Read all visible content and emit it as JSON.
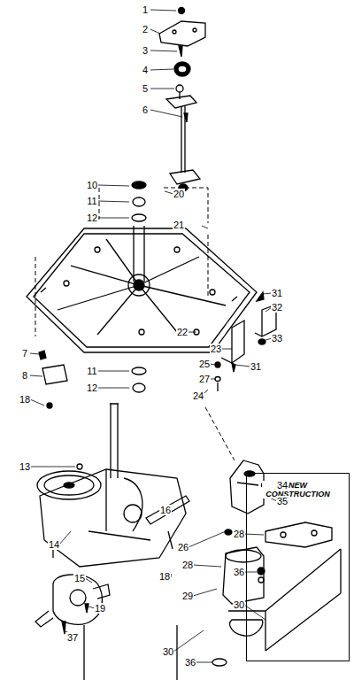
{
  "diagram": {
    "nodes": [
      {
        "text": [
          "NEW CONSTRUCTION"
        ]
      }
    ],
    "labels": [
      "1",
      "2",
      "3",
      "4",
      "5",
      "6",
      "10",
      "11",
      "12",
      "20",
      "21",
      "22",
      "23",
      "31",
      "32",
      "33",
      "25",
      "27",
      "24",
      "31",
      "11",
      "12",
      "7",
      "8",
      "18",
      "13",
      "34",
      "35",
      "26",
      "28",
      "16",
      "18",
      "14",
      "15",
      "19",
      "29",
      "30",
      "37",
      "36",
      "28",
      "36",
      "30"
    ]
  }
}
